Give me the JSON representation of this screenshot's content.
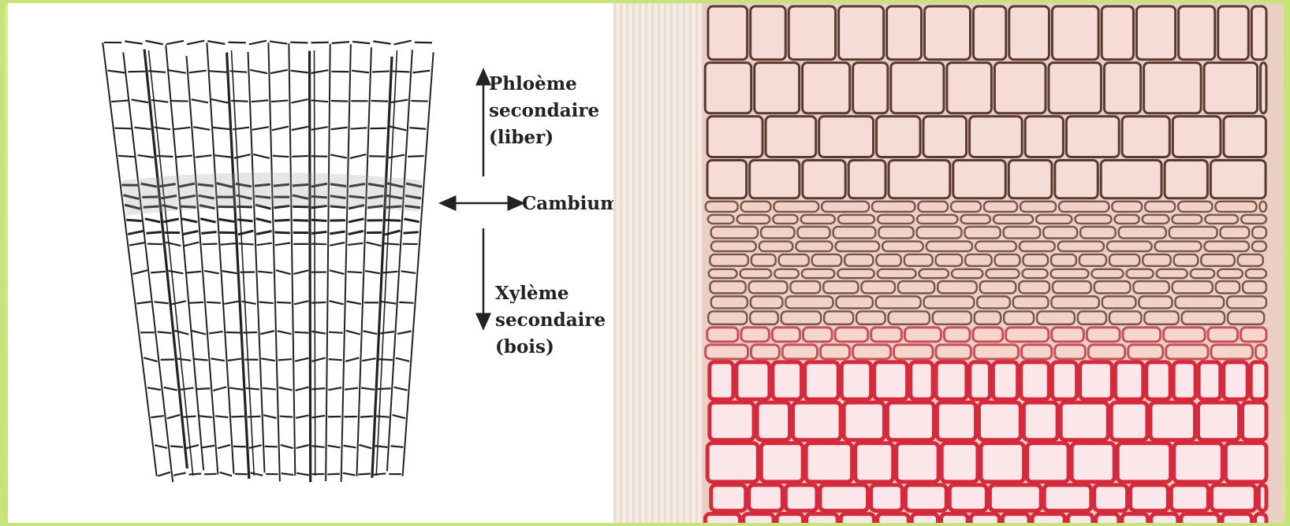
{
  "diagram": {
    "labels": {
      "phloem_line1": "Phloème",
      "phloem_line2": "secondaire",
      "phloem_line3": "(liber)",
      "cambium": "Cambium",
      "xylem_line1": "Xylème",
      "xylem_line2": "secondaire",
      "xylem_line3": "(bois)"
    },
    "colors": {
      "ink": "#222222",
      "phloem_cell_fill": "#f3d7d2",
      "phloem_cell_wall": "#5a3a30",
      "xylem_cell_wall": "#d42a3c",
      "cambium_zone": "#ead0c4",
      "background_frame": "#c8e37a"
    }
  }
}
